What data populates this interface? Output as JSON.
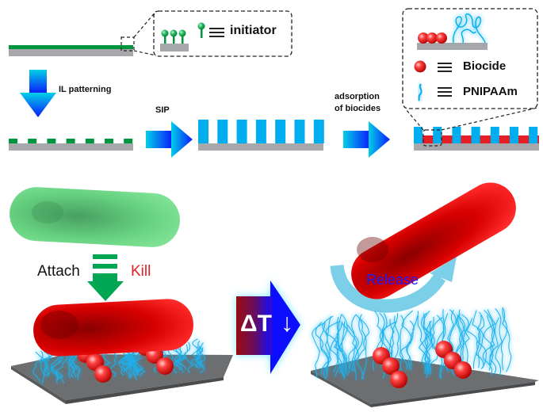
{
  "top_panel": {
    "legend_initiator": {
      "label": "initiator",
      "color": "#009640"
    },
    "step_il_patterning": {
      "label": "IL patterning"
    },
    "step_sip": {
      "label": "SIP"
    },
    "step_adsorption": {
      "line1": "adsorption",
      "line2": "of biocides"
    },
    "legend_right": {
      "biocide_label": "Biocide",
      "pnipaam_label": "PNIPAAm"
    },
    "pillar_count": 7
  },
  "bottom_panel": {
    "attach_label": "Attach",
    "kill_label": "Kill",
    "delta_t_label": "ΔT",
    "delta_t_arrow": "↓",
    "release_label": "Release"
  },
  "colors": {
    "substrate": "#a6a8ab",
    "initiator_green": "#009640",
    "polymer_blue": "#00aeef",
    "biocide_red": "#e31e24",
    "kill_red": "#e31e24",
    "release_blue": "#1a1aff",
    "attach_green": "#00a651",
    "arrow_cyan": "#00d4e8",
    "arrow_blue": "#0a1aff"
  }
}
